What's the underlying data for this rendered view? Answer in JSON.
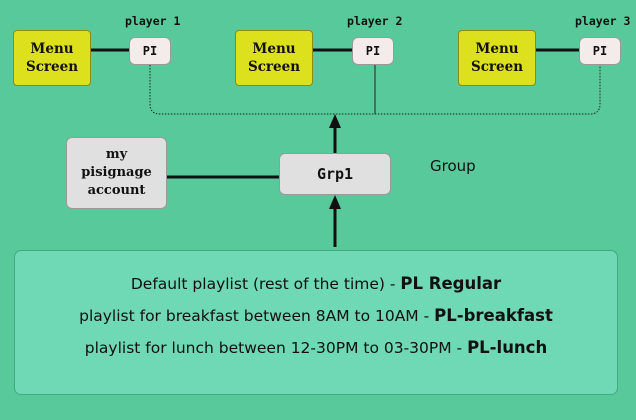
{
  "players": [
    {
      "menu_label": "Menu\nScreen",
      "pi_label": "PI",
      "player_label": "player 1"
    },
    {
      "menu_label": "Menu\nScreen",
      "pi_label": "PI",
      "player_label": "player 2"
    },
    {
      "menu_label": "Menu\nScreen",
      "pi_label": "PI",
      "player_label": "player 3"
    }
  ],
  "account": {
    "label": "my\npisignage\naccount"
  },
  "group": {
    "name": "Grp1",
    "caption": "Group"
  },
  "playlists": [
    {
      "text": "Default playlist (rest of the time) - ",
      "name": "PL Regular"
    },
    {
      "text": "playlist for breakfast between 8AM to 10AM  - ",
      "name": "PL-breakfast"
    },
    {
      "text": "playlist for lunch between 12-30PM to 03-30PM -  ",
      "name": "PL-lunch"
    }
  ],
  "colors": {
    "background": "#58c99a",
    "menu_screen": "#dde01c",
    "pi_box": "#f4ebeb",
    "account_box": "#e0e0e0",
    "playlist_box": "#6fd8b4"
  }
}
